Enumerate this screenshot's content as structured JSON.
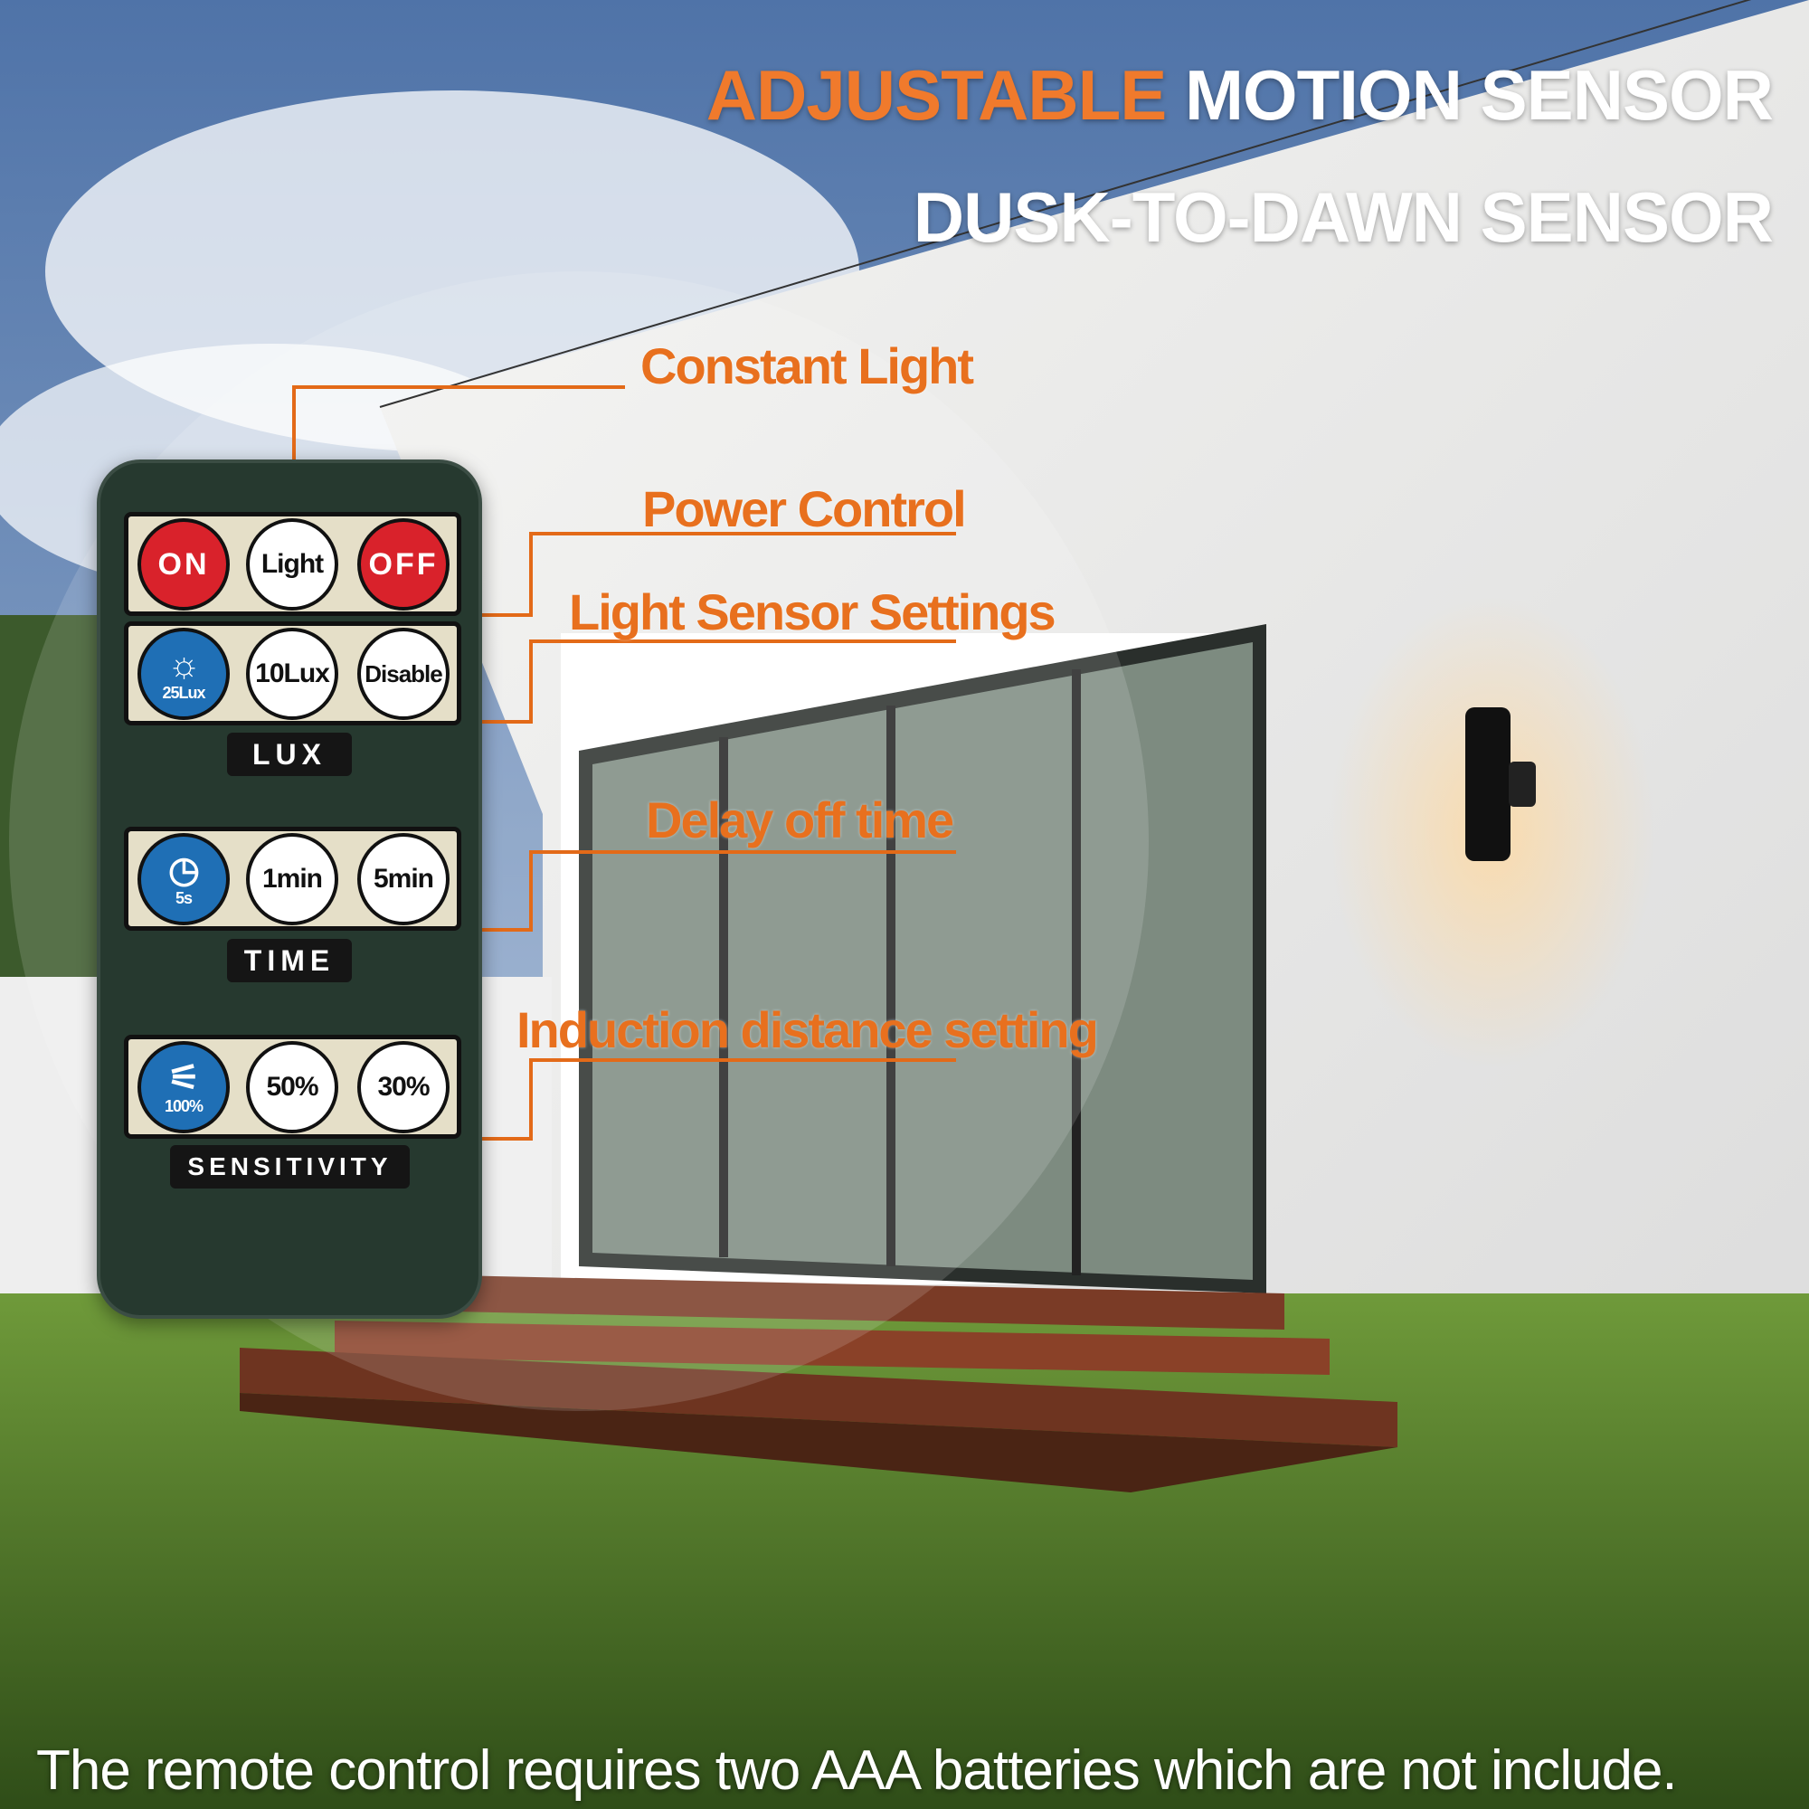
{
  "header": {
    "accent": "ADJUSTABLE",
    "line1": "MOTION SENSOR",
    "line2": "DUSK-TO-DAWN SENSOR"
  },
  "callouts": {
    "constant_light": "Constant Light",
    "power_control": "Power Control",
    "light_sensor": "Light Sensor Settings",
    "delay": "Delay off time",
    "induction": "Induction distance setting"
  },
  "remote": {
    "power": {
      "on": "ON",
      "light": "Light",
      "off": "OFF"
    },
    "lux": {
      "b1": "25Lux",
      "b2": "10Lux",
      "b3": "Disable",
      "label": "LUX"
    },
    "time": {
      "b1": "5s",
      "b2": "1min",
      "b3": "5min",
      "label": "TIME"
    },
    "sensitivity": {
      "b1": "100%",
      "b2": "50%",
      "b3": "30%",
      "label": "SENSITIVITY"
    }
  },
  "footer": "The remote control requires two AAA batteries which are not include.",
  "colors": {
    "accent": "#f07a2c",
    "remote": "#26392f",
    "on_off": "#d9222b",
    "blue": "#1f6fb5"
  }
}
